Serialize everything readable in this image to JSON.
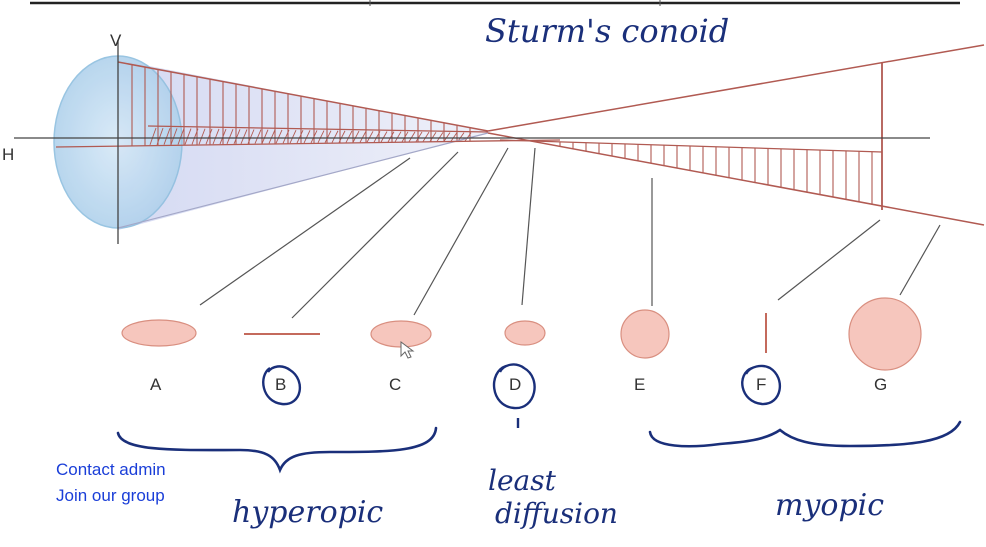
{
  "title": "Sturm's conoid",
  "axes": {
    "vertical": "V",
    "horizontal": "H"
  },
  "points": [
    {
      "id": "A",
      "label": "A",
      "shape": "horizontal-ellipse",
      "circled": false
    },
    {
      "id": "B",
      "label": "B",
      "shape": "horizontal-line",
      "circled": true
    },
    {
      "id": "C",
      "label": "C",
      "shape": "horizontal-ellipse",
      "circled": false
    },
    {
      "id": "D",
      "label": "D",
      "shape": "circle",
      "circled": true
    },
    {
      "id": "E",
      "label": "E",
      "shape": "circle",
      "circled": false
    },
    {
      "id": "F",
      "label": "F",
      "shape": "vertical-line",
      "circled": true
    },
    {
      "id": "G",
      "label": "G",
      "shape": "circle",
      "circled": false
    }
  ],
  "annotations": {
    "hyperopic": "hyperopic",
    "least_line1": "least",
    "least_line2": "diffusion",
    "myopic": "myopic"
  },
  "links": {
    "contact": "Contact admin",
    "join": "Join our group"
  },
  "colors": {
    "cone_line": "#b15a52",
    "lens_fill": "#bcd9ef",
    "lens_stroke": "#8fbfdf",
    "blur_fill": "#f6c6bd",
    "blur_stroke": "#d98f80",
    "ink": "#1a2f7a",
    "link": "#1a3ed8"
  }
}
